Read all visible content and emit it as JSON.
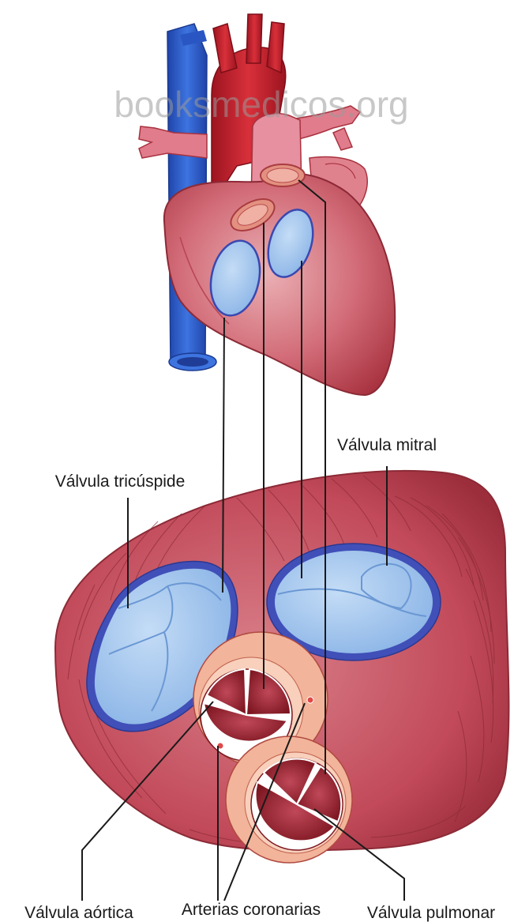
{
  "watermark": "booksmedicos.org",
  "labels": {
    "mitral": "Válvula mitral",
    "tricuspid": "Válvula tricúspide",
    "aortic": "Válvula aórtica",
    "coronary": "Arterias coronarias",
    "pulmonary": "Válvula pulmonar"
  },
  "colors": {
    "heart_muscle": "#c24a5a",
    "heart_light": "#e5949c",
    "aorta": "#c81e2a",
    "vena_cava": "#2f5fd0",
    "valve_blue": "#9cc4ec",
    "valve_rim": "#4050b8",
    "cusp_dark": "#8c1c26",
    "ring_peach": "#f2b49a"
  }
}
